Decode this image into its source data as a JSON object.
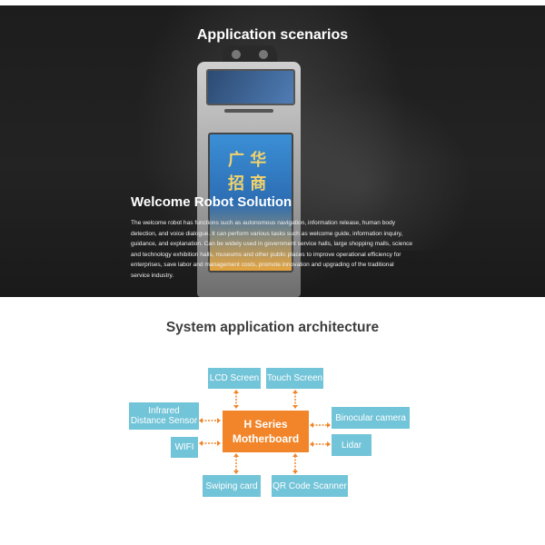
{
  "hero": {
    "title": "Application scenarios",
    "solution_title": "Welcome Robot Solution",
    "description": "The welcome robot has functions such as autonomous navigation, information release, human body detection, and voice dialogue. It can perform various tasks such as welcome guide, information inquiry, guidance, and explanation. Can be widely used in government service halls, large shopping malls, science and technology exhibition halls, museums and other public places to improve operational efficiency for enterprises, save labor and management costs, promote innovation and upgrading of the traditional service industry."
  },
  "architecture": {
    "title": "System application architecture",
    "center_line1": "H Series",
    "center_line2": "Motherboard",
    "modules": {
      "lcd_screen": "LCD Screen",
      "touch_screen": "Touch Screen",
      "infrared_line1": "Infrared",
      "infrared_line2": "Distance Sensor",
      "wifi": "WIFI",
      "binocular_camera": "Binocular camera",
      "lidar": "Lidar",
      "swiping_card": "Swiping card",
      "qr_code_scanner": "QR Code Scanner"
    }
  },
  "colors": {
    "module_blue": "#72c4d8",
    "motherboard_orange": "#f2852a",
    "arrow_orange": "#f2852a"
  }
}
